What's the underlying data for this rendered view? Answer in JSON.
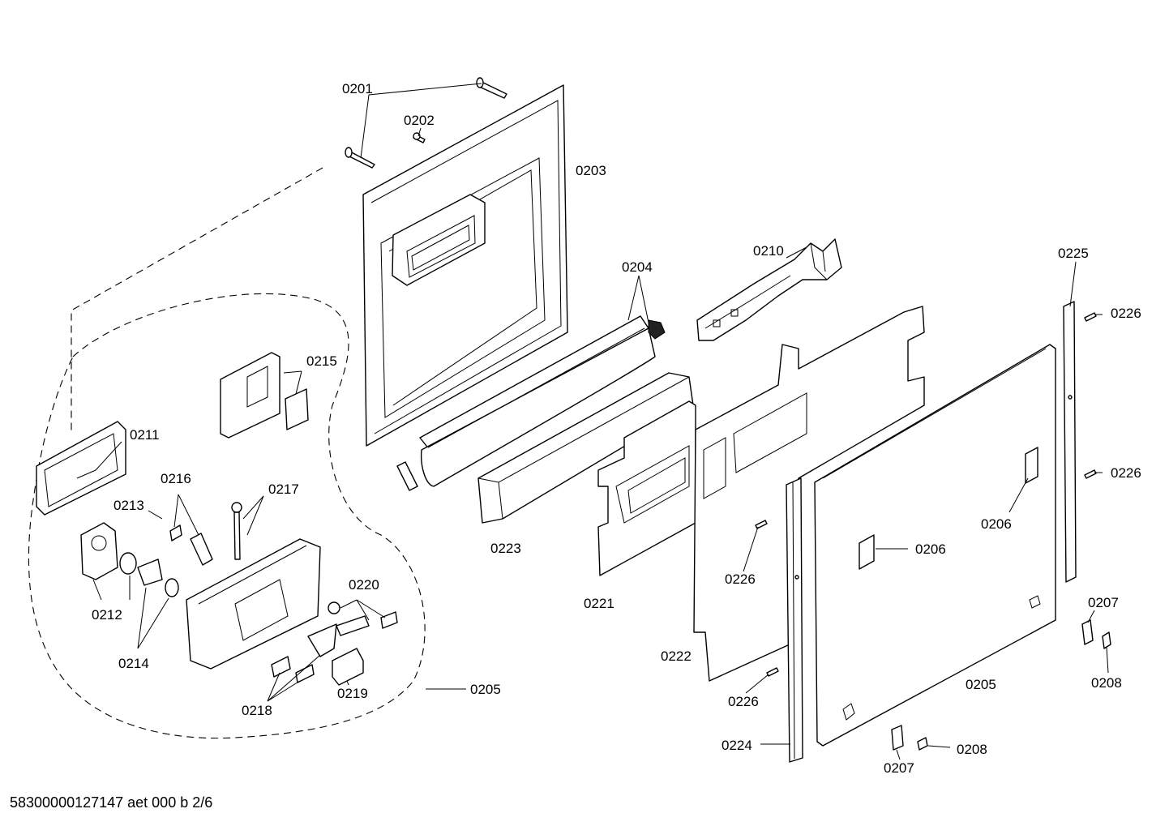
{
  "callouts": {
    "c0201": "0201",
    "c0202": "0202",
    "c0203": "0203",
    "c0204": "0204",
    "c0205a": "0205",
    "c0205b": "0205",
    "c0206a": "0206",
    "c0206b": "0206",
    "c0207a": "0207",
    "c0207b": "0207",
    "c0208a": "0208",
    "c0208b": "0208",
    "c0210": "0210",
    "c0211": "0211",
    "c0212": "0212",
    "c0213": "0213",
    "c0214": "0214",
    "c0215": "0215",
    "c0216": "0216",
    "c0217": "0217",
    "c0218": "0218",
    "c0219": "0219",
    "c0220": "0220",
    "c0221": "0221",
    "c0222": "0222",
    "c0223": "0223",
    "c0224": "0224",
    "c0225": "0225",
    "c0226a": "0226",
    "c0226b": "0226",
    "c0226c": "0226",
    "c0226d": "0226"
  },
  "footer": "58300000127147 aet 000 b 2/6"
}
